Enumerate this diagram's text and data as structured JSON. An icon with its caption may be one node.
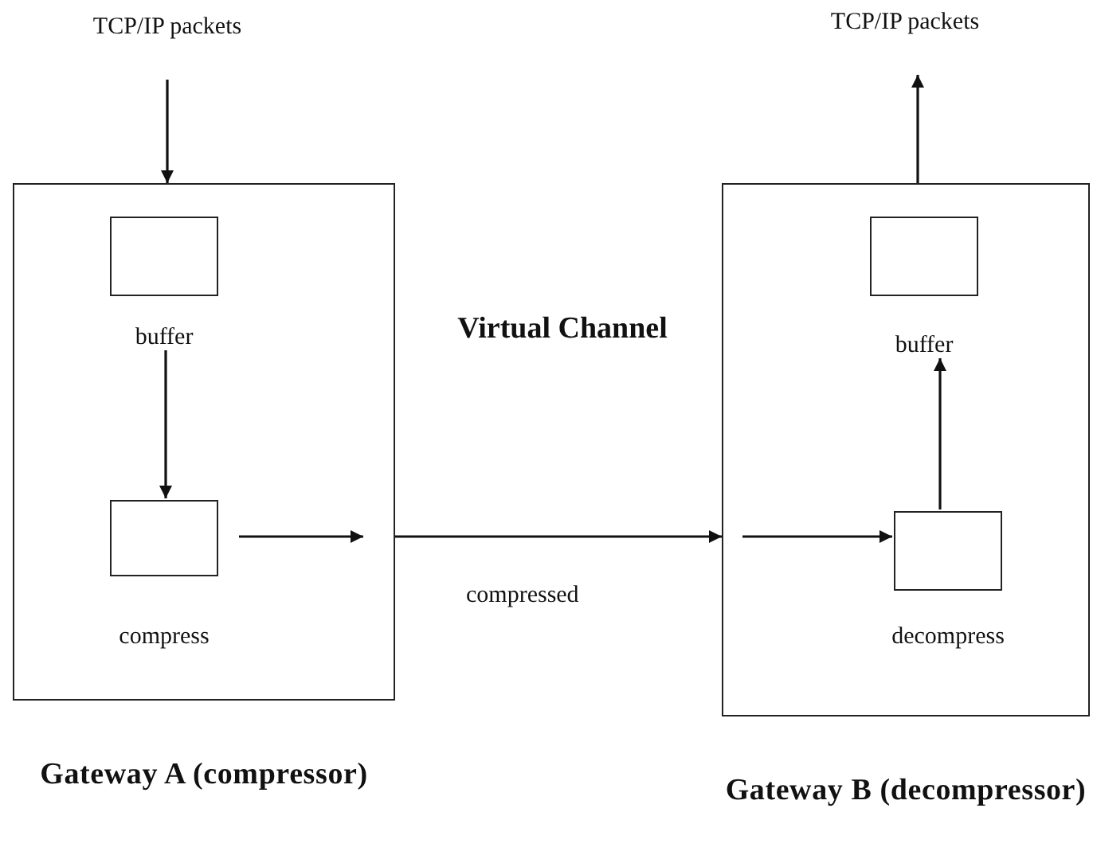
{
  "diagram": {
    "nodes": [
      {
        "text": [
          "Gateway A (compressor)"
        ]
      },
      {
        "text": [
          "TCP/IP packets"
        ]
      },
      {
        "text": [
          "buffer"
        ],
        "in": 0
      },
      {
        "text": [
          "compress"
        ],
        "in": 0
      },
      {
        "text": [
          "Gateway B (decompressor)"
        ]
      },
      {
        "text": [
          "TCP/IP packets"
        ]
      },
      {
        "text": [
          "buffer"
        ],
        "in": 4
      },
      {
        "text": [
          "decompress"
        ],
        "in": 4
      }
    ],
    "edges": [
      {
        "from": 1,
        "to": 0,
        "arrow": "to"
      },
      {
        "from": 2,
        "to": 3,
        "arrow": "to"
      },
      {
        "from": 3,
        "to": null,
        "arrow": "to"
      },
      {
        "from": 0,
        "to": 4,
        "arrow": "to",
        "label": "compressed"
      },
      {
        "from": null,
        "to": 7,
        "arrow": "to"
      },
      {
        "from": 7,
        "to": 6,
        "arrow": "to"
      },
      {
        "from": 4,
        "to": 5,
        "arrow": "to"
      }
    ],
    "labels": [
      "Virtual Channel"
    ]
  }
}
